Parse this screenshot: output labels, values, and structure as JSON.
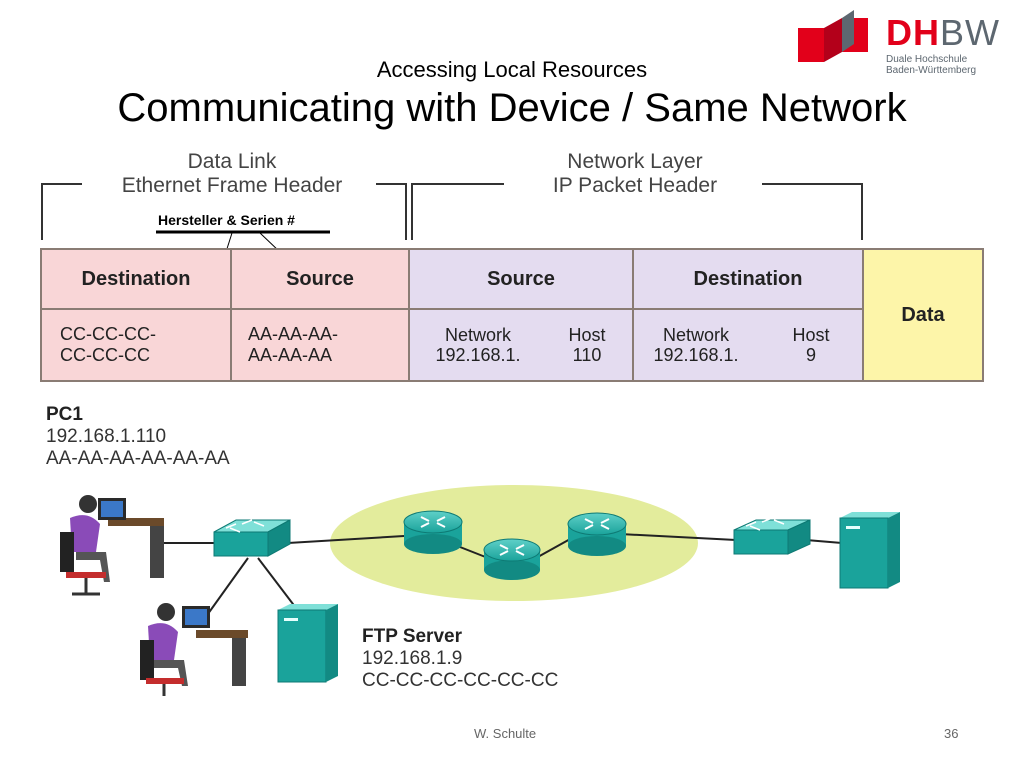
{
  "slide": {
    "subtitle": "Accessing Local Resources",
    "title": "Communicating with Device / Same Network",
    "footer_author": "W. Schulte",
    "page_number": "36"
  },
  "logo": {
    "brand_dh": "DH",
    "brand_bw": "BW",
    "line1": "Duale Hochschule",
    "line2": "Baden-Württemberg",
    "colors": {
      "red": "#e2001a",
      "gray": "#5d6770"
    }
  },
  "brackets": {
    "data_link_line1": "Data Link",
    "data_link_line2": "Ethernet Frame Header",
    "network_line1": "Network Layer",
    "network_line2": "IP Packet Header",
    "annotation": "Hersteller & Serien #"
  },
  "frame": {
    "ethernet_dest_header": "Destination",
    "ethernet_src_header": "Source",
    "ip_src_header": "Source",
    "ip_dest_header": "Destination",
    "data_label": "Data",
    "ethernet_dest_value_line1": "CC-CC-CC-",
    "ethernet_dest_value_line2": "CC-CC-CC",
    "ethernet_src_value_line1": "AA-AA-AA-",
    "ethernet_src_value_line2": "AA-AA-AA",
    "ip_src_network_label": "Network",
    "ip_src_network_value": "192.168.1.",
    "ip_src_host_label": "Host",
    "ip_src_host_value": "110",
    "ip_dest_network_label": "Network",
    "ip_dest_network_value": "192.168.1.",
    "ip_dest_host_label": "Host",
    "ip_dest_host_value": "9",
    "colors": {
      "ethernet": "#f9d6d7",
      "ip": "#e4dcf0",
      "data": "#fdf5a9",
      "border": "#8a7c74"
    }
  },
  "devices": {
    "pc1_name": "PC1",
    "pc1_ip": "192.168.1.110",
    "pc1_mac": "AA-AA-AA-AA-AA-AA",
    "ftp_name": "FTP Server",
    "ftp_ip": "192.168.1.9",
    "ftp_mac": "CC-CC-CC-CC-CC-CC",
    "colors": {
      "network_device": "#1aa39b",
      "cloud": "#e3ec9c"
    }
  }
}
